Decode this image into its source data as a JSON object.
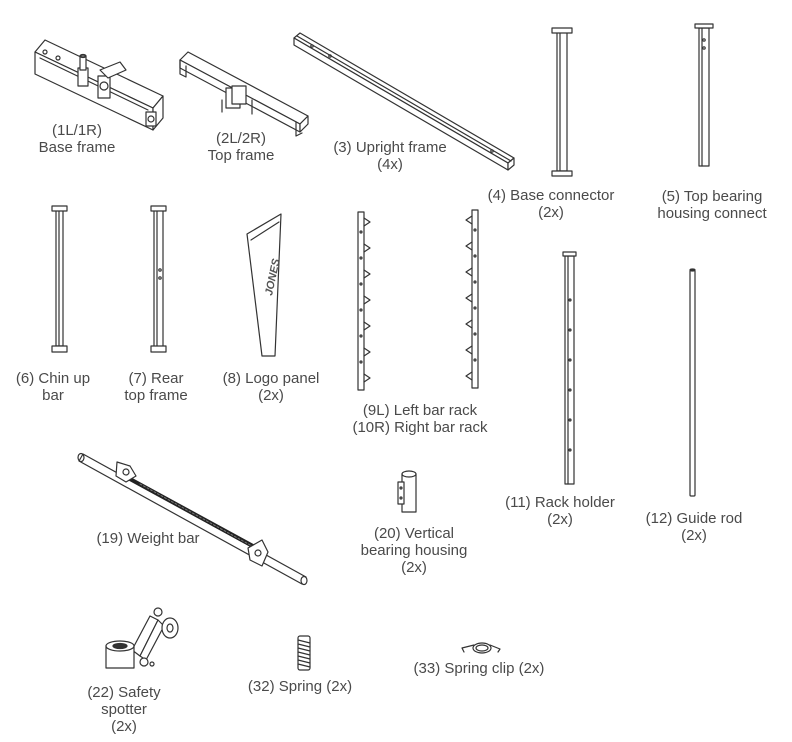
{
  "parts": {
    "p1": {
      "lines": [
        "(1L/1R)",
        "Base frame"
      ]
    },
    "p2": {
      "lines": [
        "(2L/2R)",
        "Top frame"
      ]
    },
    "p3": {
      "lines": [
        "(3) Upright frame",
        "(4x)"
      ]
    },
    "p4": {
      "lines": [
        "(4) Base connector",
        "(2x)"
      ]
    },
    "p5": {
      "lines": [
        "(5) Top bearing",
        "housing connect"
      ]
    },
    "p6": {
      "lines": [
        "(6) Chin up",
        "bar"
      ]
    },
    "p7": {
      "lines": [
        "(7) Rear",
        "top frame"
      ]
    },
    "p8": {
      "lines": [
        "(8) Logo panel",
        "(2x)"
      ],
      "logo_text": "JONES"
    },
    "p9": {
      "lines": [
        "(9L) Left bar rack",
        "(10R) Right bar rack"
      ]
    },
    "p11": {
      "lines": [
        "(11) Rack holder",
        "(2x)"
      ]
    },
    "p12": {
      "lines": [
        "(12) Guide rod",
        "(2x)"
      ]
    },
    "p19": {
      "lines": [
        "(19) Weight bar"
      ]
    },
    "p20": {
      "lines": [
        "(20) Vertical",
        "bearing housing",
        "(2x)"
      ]
    },
    "p22": {
      "lines": [
        "(22) Safety",
        "spotter",
        "(2x)"
      ]
    },
    "p32": {
      "lines": [
        "(32) Spring (2x)"
      ]
    },
    "p33": {
      "lines": [
        "(33) Spring clip (2x)"
      ]
    }
  },
  "colors": {
    "stroke": "#333333",
    "text": "#4a4a4a",
    "fill": "#ffffff",
    "shade": "#9a9a9a"
  }
}
